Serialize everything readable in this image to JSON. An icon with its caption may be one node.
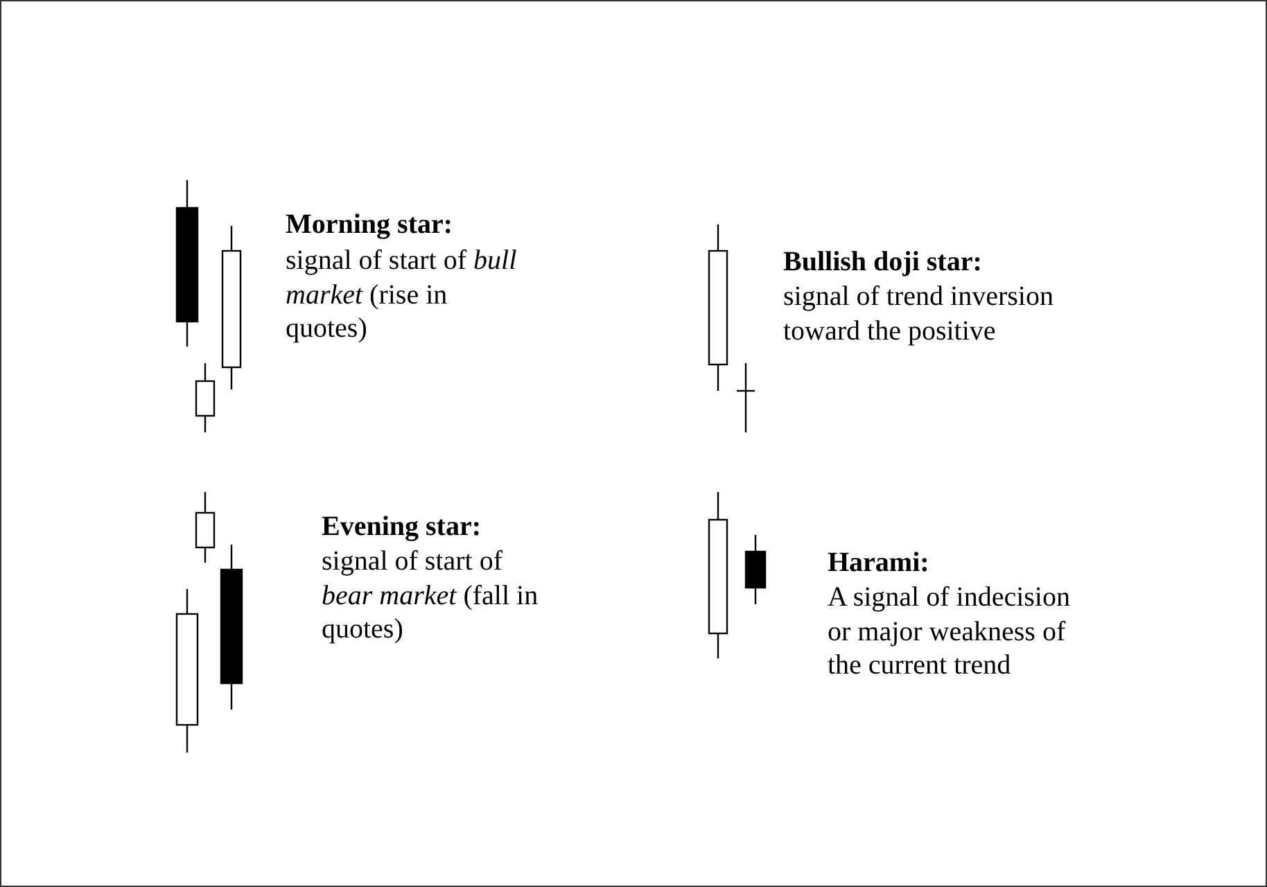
{
  "diagram": {
    "labels": [
      "Morning star:",
      "signal of start of *bull market* (rise in quotes)",
      "Bullish doji star:",
      "signal of trend inversion toward the positive",
      "Evening star:",
      "signal of start of *bear market* (fall in quotes)",
      "Harami:",
      "A signal of indecision or major weakness of the current trend"
    ]
  }
}
